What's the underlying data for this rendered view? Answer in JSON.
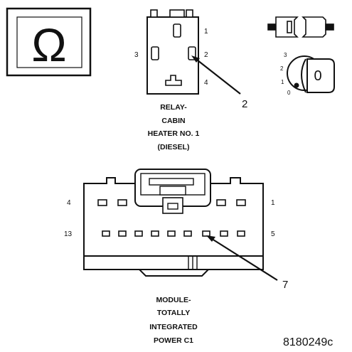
{
  "ohm_symbol": "Ω",
  "relay": {
    "caption": [
      "RELAY-",
      "CABIN",
      "HEATER NO. 1",
      "(DIESEL)"
    ],
    "pins": [
      "1",
      "2",
      "3",
      "4"
    ],
    "callout": "2"
  },
  "key_switch": {
    "positions": [
      "3",
      "2",
      "1",
      "0"
    ],
    "key_label": "0"
  },
  "module": {
    "caption": [
      "MODULE-",
      "TOTALLY",
      "INTEGRATED",
      "POWER C1"
    ],
    "pins": {
      "top_left": "4",
      "top_right": "1",
      "bottom_left": "13",
      "bottom_right": "5"
    },
    "callout": "7"
  },
  "figure_id": "8180249c"
}
